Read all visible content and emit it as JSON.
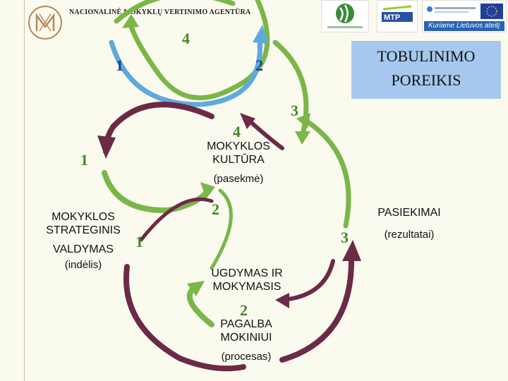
{
  "header": {
    "title": "NACIONALINĖ MOKYKLŲ VERTINIMO AGENTŪRA",
    "right_logo_text": "Kuriame Lietuvos ateitį"
  },
  "top_cycle": {
    "num_4": "4",
    "num_1": "1",
    "num_2": "2"
  },
  "tobulinimo": {
    "line1": "TOBULINIMO",
    "line2": "POREIKIS"
  },
  "main_cycle": {
    "num_3_top": "3",
    "num_4": "4",
    "kultura_line1": "MOKYKLOS",
    "kultura_line2": "KULTŪRA",
    "kultura_line3": "(pasekmė)",
    "num_1_left": "1",
    "num_2_mid": "2",
    "strat_line1": "MOKYKLOS",
    "strat_line2": "STRATEGINIS",
    "strat_line3": "VALDYMAS",
    "strat_line4": "(indėlis)",
    "num_1_bottom": "1",
    "pasiekimai_line1": "PASIEKIMAI",
    "pasiekimai_line2": "(rezultatai)",
    "num_3_right": "3",
    "ugdymas_line1": "UGDYMAS IR",
    "ugdymas_line2": "MOKYMASIS",
    "num_2_bottom": "2",
    "pagalba_line1": "PAGALBA",
    "pagalba_line2": "MOKINIUI",
    "pagalba_line3": "(procesas)"
  },
  "colors": {
    "green": "#7ab648",
    "blue": "#5ea9dd",
    "maroon": "#6b2a45",
    "box": "#a6c8ee"
  }
}
